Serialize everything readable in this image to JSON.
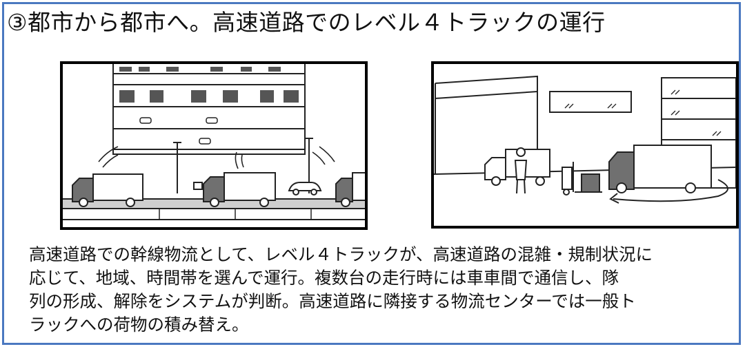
{
  "title": "③都市から都市へ。高速道路でのレベル４トラックの運行",
  "panels": [
    {
      "scene": "highway-level4-trucks"
    },
    {
      "scene": "logistics-center-truck-transfer"
    }
  ],
  "description": {
    "lines": [
      "高速道路での幹線物流として、レベル４トラックが、高速道路の混雑・規制状況に",
      "応じて、地域、時間帯を選んで運行。複数台の走行時には車車間で通信し、隊",
      "列の形成、解除をシステムが判断。高速道路に隣接する物流センターでは一般ト",
      "ラックへの荷物の積み替え。"
    ]
  },
  "colors": {
    "border": "#4a78c0",
    "text": "#111111",
    "truck_cab": "#707070"
  }
}
